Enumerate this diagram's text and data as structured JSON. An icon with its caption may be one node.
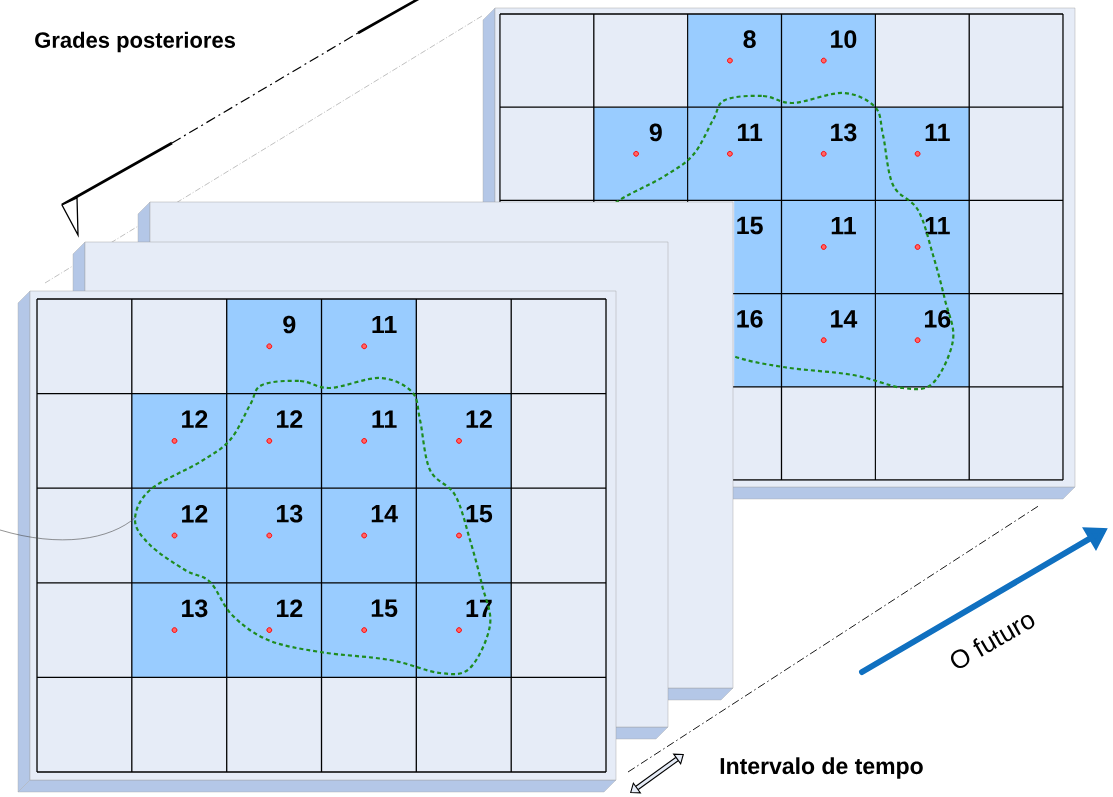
{
  "diagram": {
    "nodes": [
      {
        "text": [
          "8"
        ]
      },
      {
        "text": [
          "10"
        ]
      },
      {
        "text": [
          "9"
        ]
      },
      {
        "text": [
          "11"
        ]
      },
      {
        "text": [
          "13"
        ]
      },
      {
        "text": [
          "11"
        ]
      },
      {
        "text": [
          "15"
        ]
      },
      {
        "text": [
          "11"
        ]
      },
      {
        "text": [
          "11"
        ]
      },
      {
        "text": [
          "16"
        ]
      },
      {
        "text": [
          "14"
        ]
      },
      {
        "text": [
          "16"
        ]
      },
      {
        "text": [
          "9"
        ]
      },
      {
        "text": [
          "11"
        ]
      },
      {
        "text": [
          "12"
        ]
      },
      {
        "text": [
          "12"
        ]
      },
      {
        "text": [
          "11"
        ]
      },
      {
        "text": [
          "12"
        ]
      },
      {
        "text": [
          "12"
        ]
      },
      {
        "text": [
          "13"
        ]
      },
      {
        "text": [
          "14"
        ]
      },
      {
        "text": [
          "15"
        ]
      },
      {
        "text": [
          "13"
        ]
      },
      {
        "text": [
          "12"
        ]
      },
      {
        "text": [
          "15"
        ]
      },
      {
        "text": [
          "17"
        ]
      }
    ],
    "labels": [
      "Grades posteriores",
      "O futuro",
      "Intervalo de tempo"
    ]
  }
}
